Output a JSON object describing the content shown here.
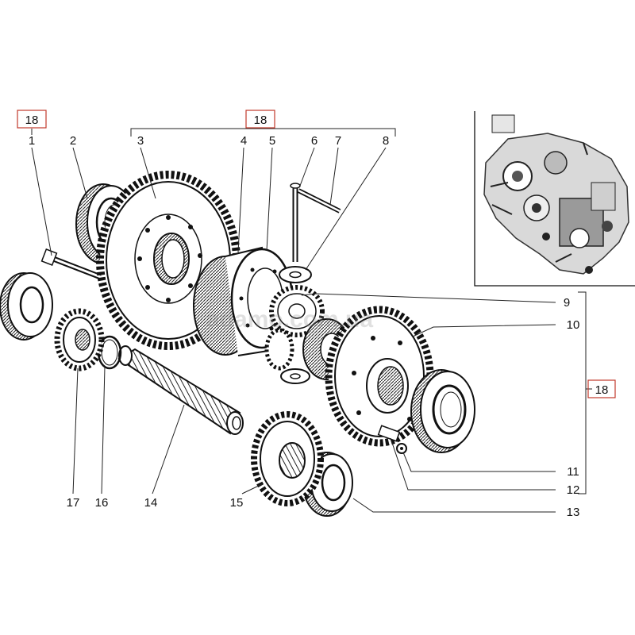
{
  "callouts": {
    "c1": "1",
    "c2": "2",
    "c3": "3",
    "c4": "4",
    "c5": "5",
    "c6": "6",
    "c7": "7",
    "c8": "8",
    "c9": "9",
    "c10": "10",
    "c11": "11",
    "c12": "12",
    "c13": "13",
    "c14": "14",
    "c15": "15",
    "c16": "16",
    "c17": "17"
  },
  "ref_group": {
    "left": "18",
    "top": "18",
    "right": "18"
  },
  "watermark": "adamo.com.ua",
  "colors": {
    "ink": "#111111",
    "ref_box": "#c0392b",
    "background": "#ffffff"
  }
}
